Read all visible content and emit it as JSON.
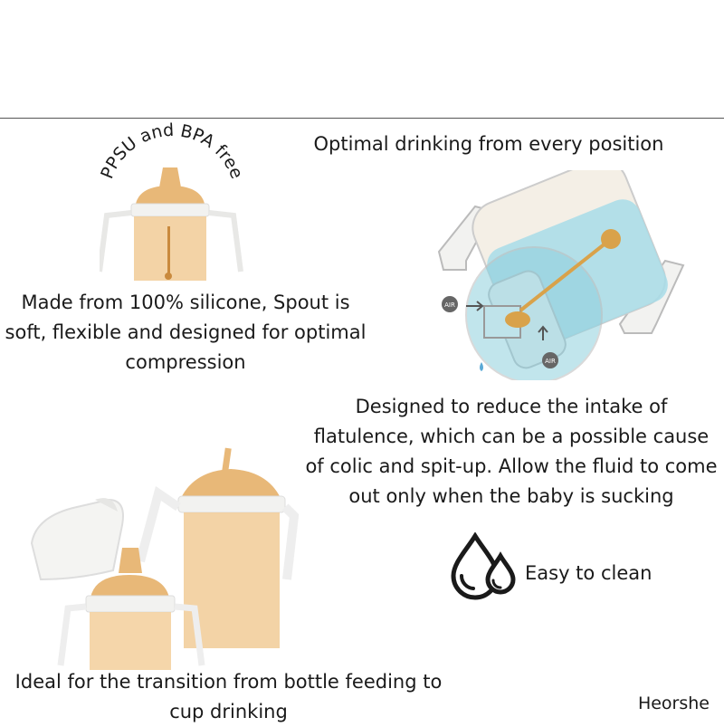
{
  "arc_label": "PPSU and BPA free",
  "silicone_text": "Made from 100% silicone, Spout is soft, flexible and designed for optimal compression",
  "position_heading": "Optimal drinking from every position",
  "airflow_labels": [
    "AIR",
    "AIR"
  ],
  "colic_text": "Designed to reduce the intake of flatulence, which can be a possible cause of colic and spit-up. Allow the fluid to come out only when the baby is sucking",
  "clean_text": "Easy to clean",
  "transition_text": "Ideal for the transition from bottle feeding to cup drinking",
  "brand": "Heorshe",
  "colors": {
    "amber": "#e8b878",
    "amber_dark": "#c98a3e",
    "liquid": "#a7dce7",
    "valve": "#d9a24a",
    "white_part": "#f2f2f0",
    "drop": "#1a1a1a"
  },
  "icons": [
    "water-drops-icon"
  ]
}
